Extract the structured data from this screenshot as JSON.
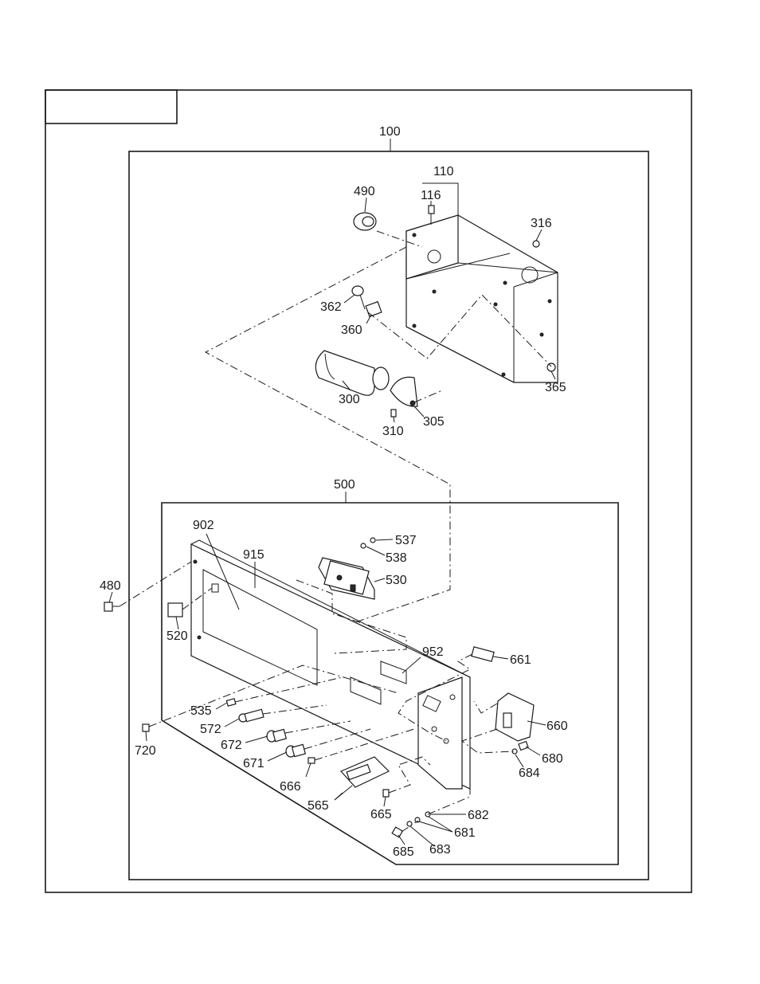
{
  "callouts": {
    "c100": "100",
    "c110": "110",
    "c116": "116",
    "c316": "316",
    "c490": "490",
    "c362": "362",
    "c360": "360",
    "c365": "365",
    "c300": "300",
    "c305": "305",
    "c310": "310",
    "c500": "500",
    "c902": "902",
    "c915": "915",
    "c537": "537",
    "c538": "538",
    "c530": "530",
    "c480": "480",
    "c520": "520",
    "c952": "952",
    "c661": "661",
    "c535": "535",
    "c572": "572",
    "c660": "660",
    "c720": "720",
    "c672": "672",
    "c680": "680",
    "c684": "684",
    "c671": "671",
    "c666": "666",
    "c565": "565",
    "c665": "665",
    "c682": "682",
    "c681": "681",
    "c683": "683",
    "c685": "685"
  }
}
